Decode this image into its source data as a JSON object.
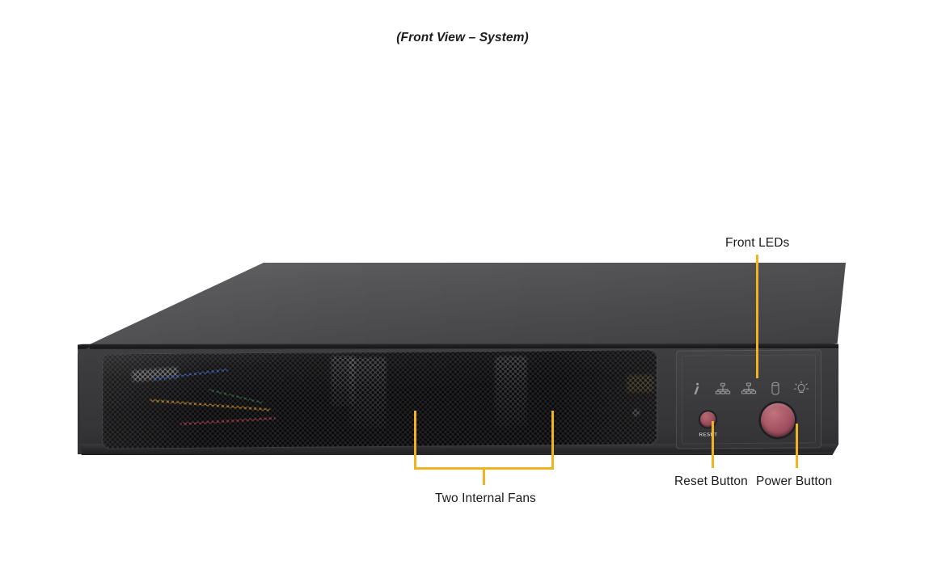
{
  "figure": {
    "title": "(Front View – System)"
  },
  "callouts": {
    "front_leds": "Front LEDs",
    "two_internal_fans": "Two Internal Fans",
    "reset_button": "Reset Button",
    "power_button": "Power Button"
  },
  "control_panel": {
    "reset_engraving": "RESET",
    "led_icons": [
      {
        "name": "information-led-icon",
        "meaning": "Information / UID LED"
      },
      {
        "name": "network-activity-led-icon-1",
        "meaning": "LAN 1 Activity LED"
      },
      {
        "name": "network-activity-led-icon-2",
        "meaning": "LAN 2 Activity LED"
      },
      {
        "name": "hdd-activity-led-icon",
        "meaning": "HDD Activity LED"
      },
      {
        "name": "power-led-icon",
        "meaning": "Power LED"
      }
    ]
  },
  "colors": {
    "background": "#ffffff",
    "leader_line": "#f0b323",
    "label_text": "#1b1b1b",
    "chassis_top": "#4c4c4f",
    "chassis_face": "#3a3a3d",
    "grille": "#222224",
    "power_button": "#a8505e",
    "reset_button": "#a0505d"
  }
}
